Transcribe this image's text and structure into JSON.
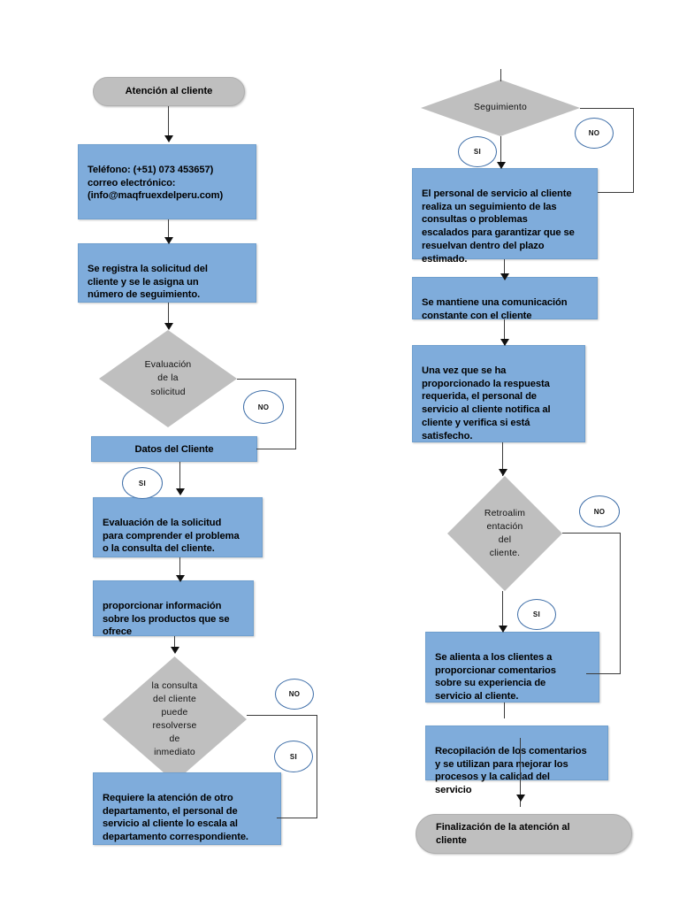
{
  "diagram": {
    "title": "Flujograma de Atención al Cliente",
    "colors": {
      "process_fill": "#7FACDB",
      "decision_fill": "#BFBFBF",
      "terminator_fill": "#BFBFBF",
      "connector": "#3b3b3b",
      "yesno_border": "#3E6EA8"
    }
  },
  "left_column": {
    "start": {
      "label": "Atención al cliente"
    },
    "contact": {
      "label": "Teléfono: (+51) 073 453657)\ncorreo electrónico:\n(info@maqfruexdelperu.com)"
    },
    "register": {
      "label": "Se registra la solicitud del\ncliente y se le asigna un\nnúmero de seguimiento."
    },
    "decision_evaluacion": {
      "label": "Evaluación\nde la\nsolicitud"
    },
    "decision_evaluacion_no": {
      "label": "NO"
    },
    "datos_cliente": {
      "label": "Datos del Cliente"
    },
    "datos_cliente_si": {
      "label": "SI"
    },
    "evaluacion_solicitud": {
      "label": "Evaluación de la solicitud\npara comprender el problema\no la consulta del cliente."
    },
    "proporcionar_info": {
      "label": "proporcionar información\nsobre los productos que se\nofrece"
    },
    "decision_consulta": {
      "label": "la consulta\ndel cliente\npuede\nresolverse\nde\ninmediato"
    },
    "decision_consulta_no": {
      "label": "NO"
    },
    "decision_consulta_si": {
      "label": "SI"
    },
    "escala_departamento": {
      "label": "Requiere la atención de otro\ndepartamento, el personal de\nservicio al cliente lo escala al\ndepartamento correspondiente."
    }
  },
  "right_column": {
    "decision_seguimiento": {
      "label": "Seguimiento"
    },
    "decision_seguimiento_no": {
      "label": "NO"
    },
    "decision_seguimiento_si": {
      "label": "SI"
    },
    "personal_seguimiento": {
      "label": "El personal de servicio al cliente\nrealiza un seguimiento de las\nconsultas o problemas\nescalados para garantizar que se\nresuelvan dentro del plazo\nestimado."
    },
    "comunicacion": {
      "label": "Se mantiene una comunicación\nconstante con el cliente"
    },
    "respuesta": {
      "label": "Una vez que se ha\nproporcionado la respuesta\nrequerida, el personal de\nservicio al cliente notifica al\ncliente y verifica si está\nsatisfecho."
    },
    "decision_retro": {
      "label": "Retroalim\nentación\ndel\ncliente."
    },
    "decision_retro_no": {
      "label": "NO"
    },
    "decision_retro_si": {
      "label": "SI"
    },
    "comentarios": {
      "label": "Se alienta a los clientes a\nproporcionar comentarios\nsobre su experiencia de\nservicio al cliente."
    },
    "recopilacion": {
      "label": "Recopilación de los comentarios\ny se utilizan para mejorar los\nprocesos y la calidad del\nservicio"
    },
    "end": {
      "label": "Finalización de la atención al\ncliente"
    }
  }
}
